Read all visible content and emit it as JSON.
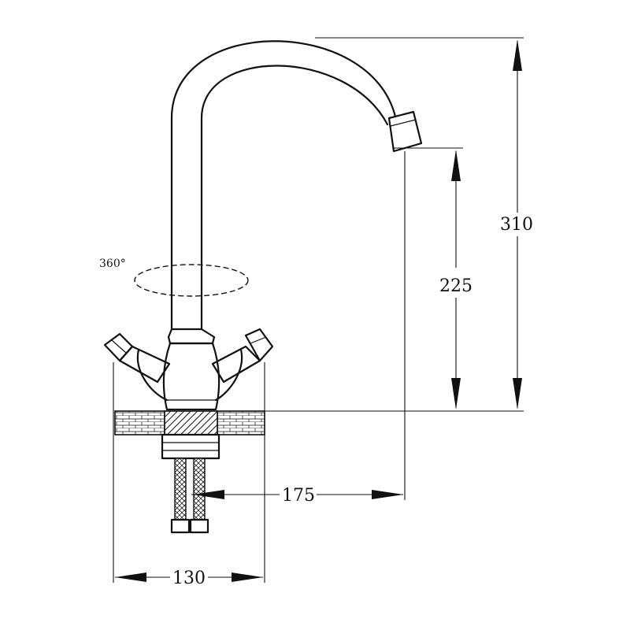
{
  "rotation_label": "360°",
  "dimensions": {
    "height_total": "310",
    "height_spout": "225",
    "reach": "175",
    "base_width": "130"
  }
}
